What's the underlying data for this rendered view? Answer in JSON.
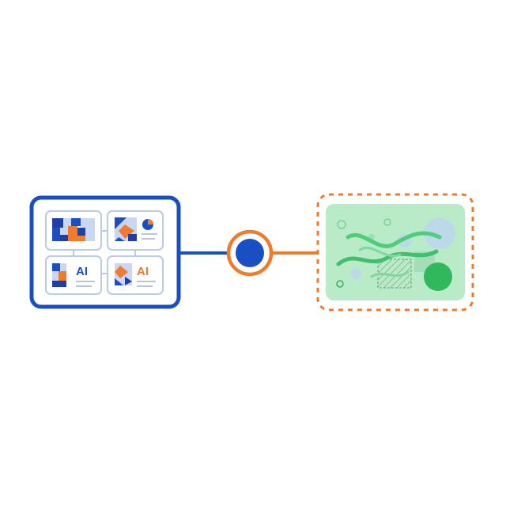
{
  "colors": {
    "blue": "#1a4fc4",
    "blue_dark": "#1f3fa8",
    "blue_light": "#c9d7f5",
    "orange": "#ef7b2b",
    "green_fill": "#b9ebc9",
    "green_mid": "#4ccf78",
    "green_dark": "#2fb85c",
    "card_border": "#b8cbe8",
    "text_line": "#b8c4d8"
  },
  "left_panel": {
    "cards": [
      {
        "type": "mosaic",
        "label": ""
      },
      {
        "type": "shapes-chart",
        "label": ""
      },
      {
        "type": "mosaic-ai",
        "label": "AI"
      },
      {
        "type": "shapes-ai",
        "label": "AI"
      }
    ]
  },
  "connector": {
    "node_icon": "circle-node-icon"
  },
  "right_panel": {
    "style": "dashed-border",
    "content_icon": "generated-abstract-image-icon"
  }
}
